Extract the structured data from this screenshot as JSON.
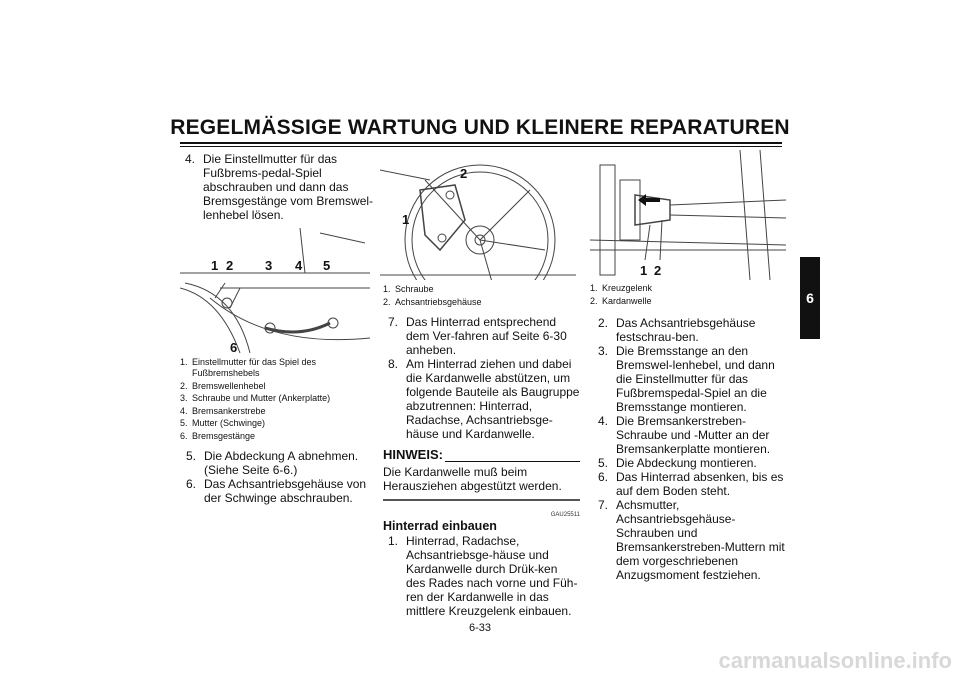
{
  "header": {
    "title": "REGELMÄSSIGE WARTUNG UND KLEINERE REPARATUREN"
  },
  "chapter_tab": "6",
  "left": {
    "step4": {
      "n": "4.",
      "text": "Die Einstellmutter für das Fußbrems-pedal-Spiel abschrauben und dann das Bremsgestänge vom Bremswel-lenhebel lösen."
    },
    "figure_labels": [
      "1",
      "2",
      "3",
      "4",
      "5",
      "6"
    ],
    "captions": [
      {
        "n": "1.",
        "text": "Einstellmutter für das Spiel des Fußbremshebels"
      },
      {
        "n": "2.",
        "text": "Bremswellenhebel"
      },
      {
        "n": "3.",
        "text": "Schraube und Mutter (Ankerplatte)"
      },
      {
        "n": "4.",
        "text": "Bremsankerstrebe"
      },
      {
        "n": "5.",
        "text": "Mutter (Schwinge)"
      },
      {
        "n": "6.",
        "text": "Bremsgestänge"
      }
    ],
    "steps": [
      {
        "n": "5.",
        "text": "Die Abdeckung A abnehmen. (Siehe Seite 6-6.)"
      },
      {
        "n": "6.",
        "text": "Das Achsantriebsgehäuse von der Schwinge abschrauben."
      }
    ]
  },
  "middle": {
    "figure_labels": [
      "1",
      "2"
    ],
    "captions": [
      {
        "n": "1.",
        "text": "Schraube"
      },
      {
        "n": "2.",
        "text": "Achsantriebsgehäuse"
      }
    ],
    "steps": [
      {
        "n": "7.",
        "text": "Das Hinterrad entsprechend dem Ver-fahren auf Seite 6-30 anheben."
      },
      {
        "n": "8.",
        "text": "Am Hinterrad ziehen und dabei die Kardanwelle abstützen, um folgende Bauteile als Baugruppe abzutrennen: Hinterrad, Radachse, Achsantriebsge-häuse und Kardanwelle."
      }
    ],
    "note": {
      "heading": "HINWEIS:",
      "text": "Die Kardanwelle muß beim Herausziehen abgestützt werden."
    },
    "code": "GAU25511",
    "section_title": "Hinterrad einbauen",
    "install_steps": [
      {
        "n": "1.",
        "text": "Hinterrad, Radachse, Achsantriebsge-häuse und Kardanwelle durch Drük-ken des Rades nach vorne und Füh-ren der Kardanwelle in das mittlere Kreuzgelenk einbauen."
      }
    ]
  },
  "right": {
    "figure_labels": [
      "1",
      "2"
    ],
    "captions": [
      {
        "n": "1.",
        "text": "Kreuzgelenk"
      },
      {
        "n": "2.",
        "text": "Kardanwelle"
      }
    ],
    "steps": [
      {
        "n": "2.",
        "text": "Das Achsantriebsgehäuse festschrau-ben."
      },
      {
        "n": "3.",
        "text": "Die Bremsstange an den Bremswel-lenhebel, und dann die Einstellmutter für das Fußbremspedal-Spiel an die Bremsstange montieren."
      },
      {
        "n": "4.",
        "text": "Die Bremsankerstreben-Schraube und -Mutter an der Bremsankerplatte montieren."
      },
      {
        "n": "5.",
        "text": "Die Abdeckung montieren."
      },
      {
        "n": "6.",
        "text": "Das Hinterrad absenken, bis es auf dem Boden steht."
      },
      {
        "n": "7.",
        "text": "Achsmutter, Achsantriebsgehäuse-Schrauben und Bremsankerstreben-Muttern mit dem vorgeschriebenen Anzugsmoment festziehen."
      }
    ]
  },
  "footer": {
    "page_number": "6-33",
    "watermark": "carmanualsonline.info"
  }
}
